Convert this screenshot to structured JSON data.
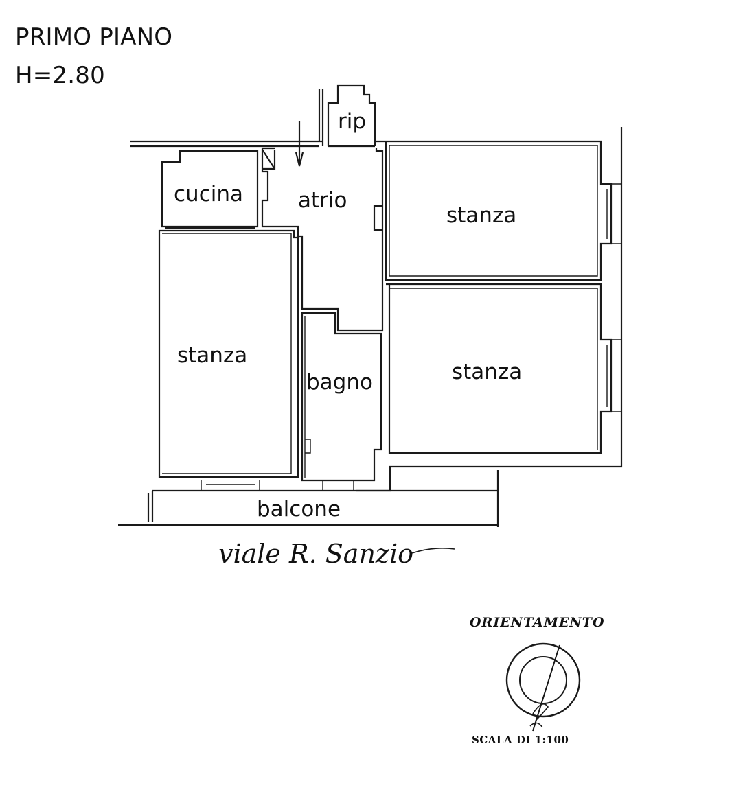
{
  "header": {
    "floor": "PRIMO PIANO",
    "height": "H=2.80"
  },
  "rooms": {
    "rip": "rip",
    "cucina": "cucina",
    "atrio": "atrio",
    "stanza_top_right": "stanza",
    "stanza_left": "stanza",
    "bagno": "bagno",
    "stanza_bottom_right": "stanza",
    "balcone": "balcone"
  },
  "street": "viale R. Sanzio",
  "orientation": {
    "title": "ORIENTAMENTO",
    "scale": "SCALA DI 1:100"
  }
}
